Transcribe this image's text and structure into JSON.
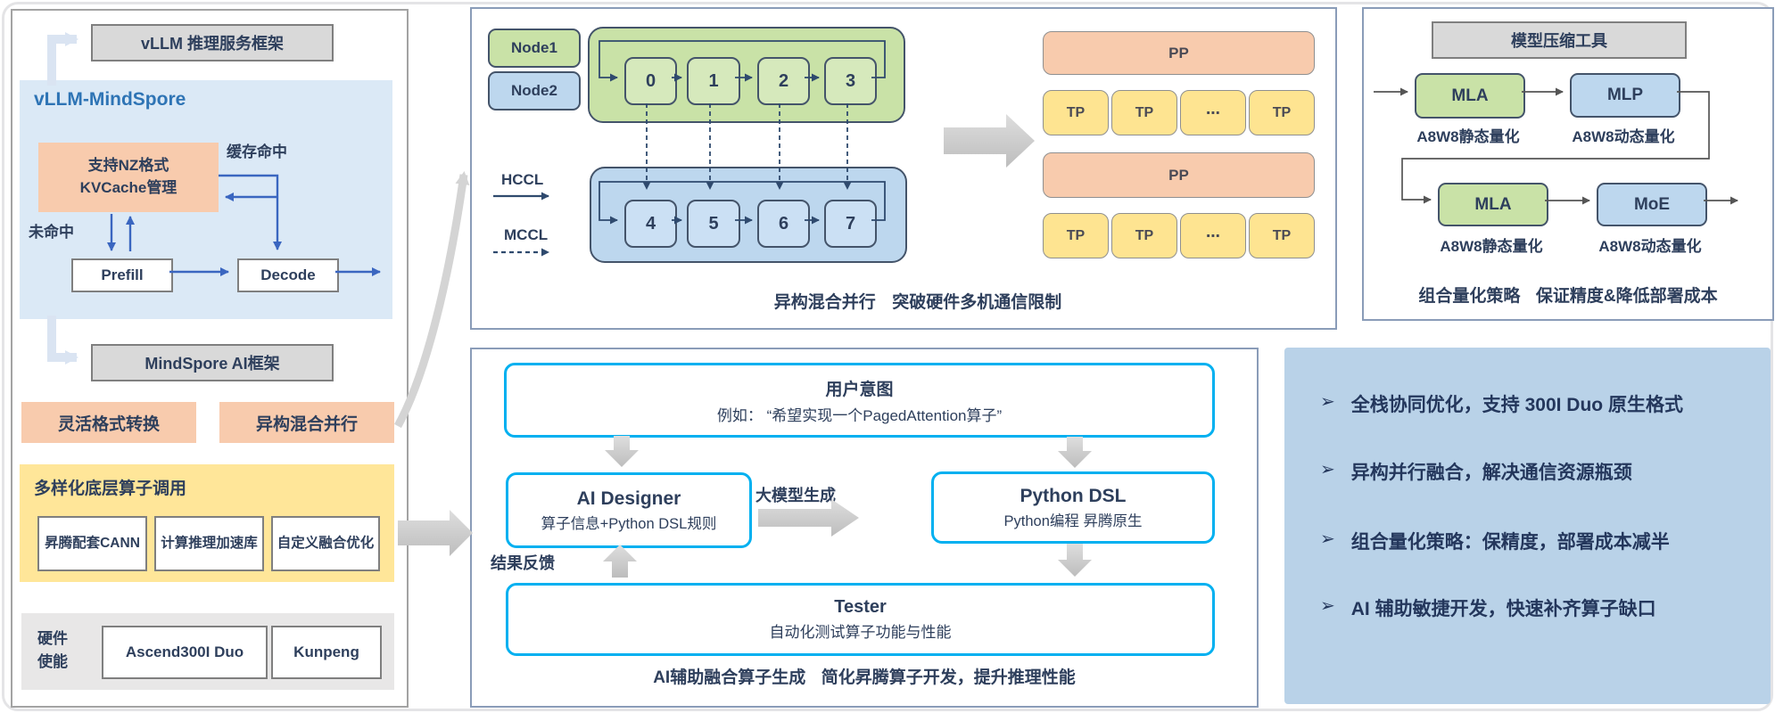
{
  "colors": {
    "navy": "#2e3f5c",
    "titleBlue": "#2e74b5",
    "orange": "#f8cbad",
    "yellow": "#ffe699",
    "green": "#c9e2a7",
    "greenLight": "#d6e9bc",
    "blue": "#bdd7ee",
    "blueLight": "#cbe0f4",
    "panelBlue": "#dbe9f6",
    "grayBox": "#d9d9d9",
    "grayPanel": "#e8e7e7",
    "cyan": "#00b0f0",
    "arrowBlue": "#3a66c0",
    "borderDark": "#44546a",
    "panelBorder": "#8a9cb8",
    "bulletBg": "#b9d2e8",
    "blockGray": "#c9c9c9",
    "connLight": "#dae4f2",
    "connCurve": "#d4d4d4"
  },
  "left_panel": {
    "top_framework": "vLLM 推理服务框架",
    "mindspore_block": {
      "title": "vLLM-MindSpore",
      "kvcache_line1": "支持NZ格式",
      "kvcache_line2": "KVCache管理",
      "cache_hit": "缓存命中",
      "cache_miss": "未命中",
      "prefill": "Prefill",
      "decode": "Decode"
    },
    "bottom_framework": "MindSpore AI框架",
    "feature_boxes": [
      "灵活格式转换",
      "异构混合并行"
    ],
    "operator_panel": {
      "title": "多样化底层算子调用",
      "items": [
        "昇腾配套CANN",
        "计算推理加速库",
        "自定义融合优化"
      ]
    },
    "hardware_panel": {
      "label": "硬件使能",
      "items": [
        "Ascend300I Duo",
        "Kunpeng"
      ]
    }
  },
  "parallel_panel": {
    "legend": [
      "Node1",
      "Node2"
    ],
    "node1_devices": [
      "0",
      "1",
      "2",
      "3"
    ],
    "node2_devices": [
      "4",
      "5",
      "6",
      "7"
    ],
    "hccl": "HCCL",
    "mccl": "MCCL",
    "pp_label": "PP",
    "tp_row": [
      "TP",
      "TP",
      "⋯",
      "TP"
    ],
    "caption_bold": "异构混合并行",
    "caption_rest": "突破硬件多机通信限制"
  },
  "quant_panel": {
    "title": "模型压缩工具",
    "row1": [
      {
        "label": "MLA",
        "sub": "A8W8静态量化"
      },
      {
        "label": "MLP",
        "sub": "A8W8动态量化"
      }
    ],
    "row2": [
      {
        "label": "MLA",
        "sub": "A8W8静态量化"
      },
      {
        "label": "MoE",
        "sub": "A8W8动态量化"
      }
    ],
    "caption_bold": "组合量化策略",
    "caption_rest": "保证精度&降低部署成本"
  },
  "ai_panel": {
    "intent_title": "用户意图",
    "intent_sub": "例如： “希望实现一个PagedAttention算子”",
    "designer_title": "AI Designer",
    "designer_sub": "算子信息+Python DSL规则",
    "gen_label": "大模型生成",
    "dsl_title": "Python DSL",
    "dsl_sub": "Python编程 昇腾原生",
    "feedback_label": "结果反馈",
    "tester_title": "Tester",
    "tester_sub": "自动化测试算子功能与性能",
    "caption_bold": "AI辅助融合算子生成",
    "caption_rest": "简化昇腾算子开发，提升推理性能"
  },
  "summary_panel": {
    "bullet_glyph": "➢",
    "bullets": [
      "全栈协同优化，支持 300I Duo 原生格式",
      "异构并行融合，解决通信资源瓶颈",
      "组合量化策略：保精度，部署成本减半",
      "AI 辅助敏捷开发，快速补齐算子缺口"
    ]
  }
}
